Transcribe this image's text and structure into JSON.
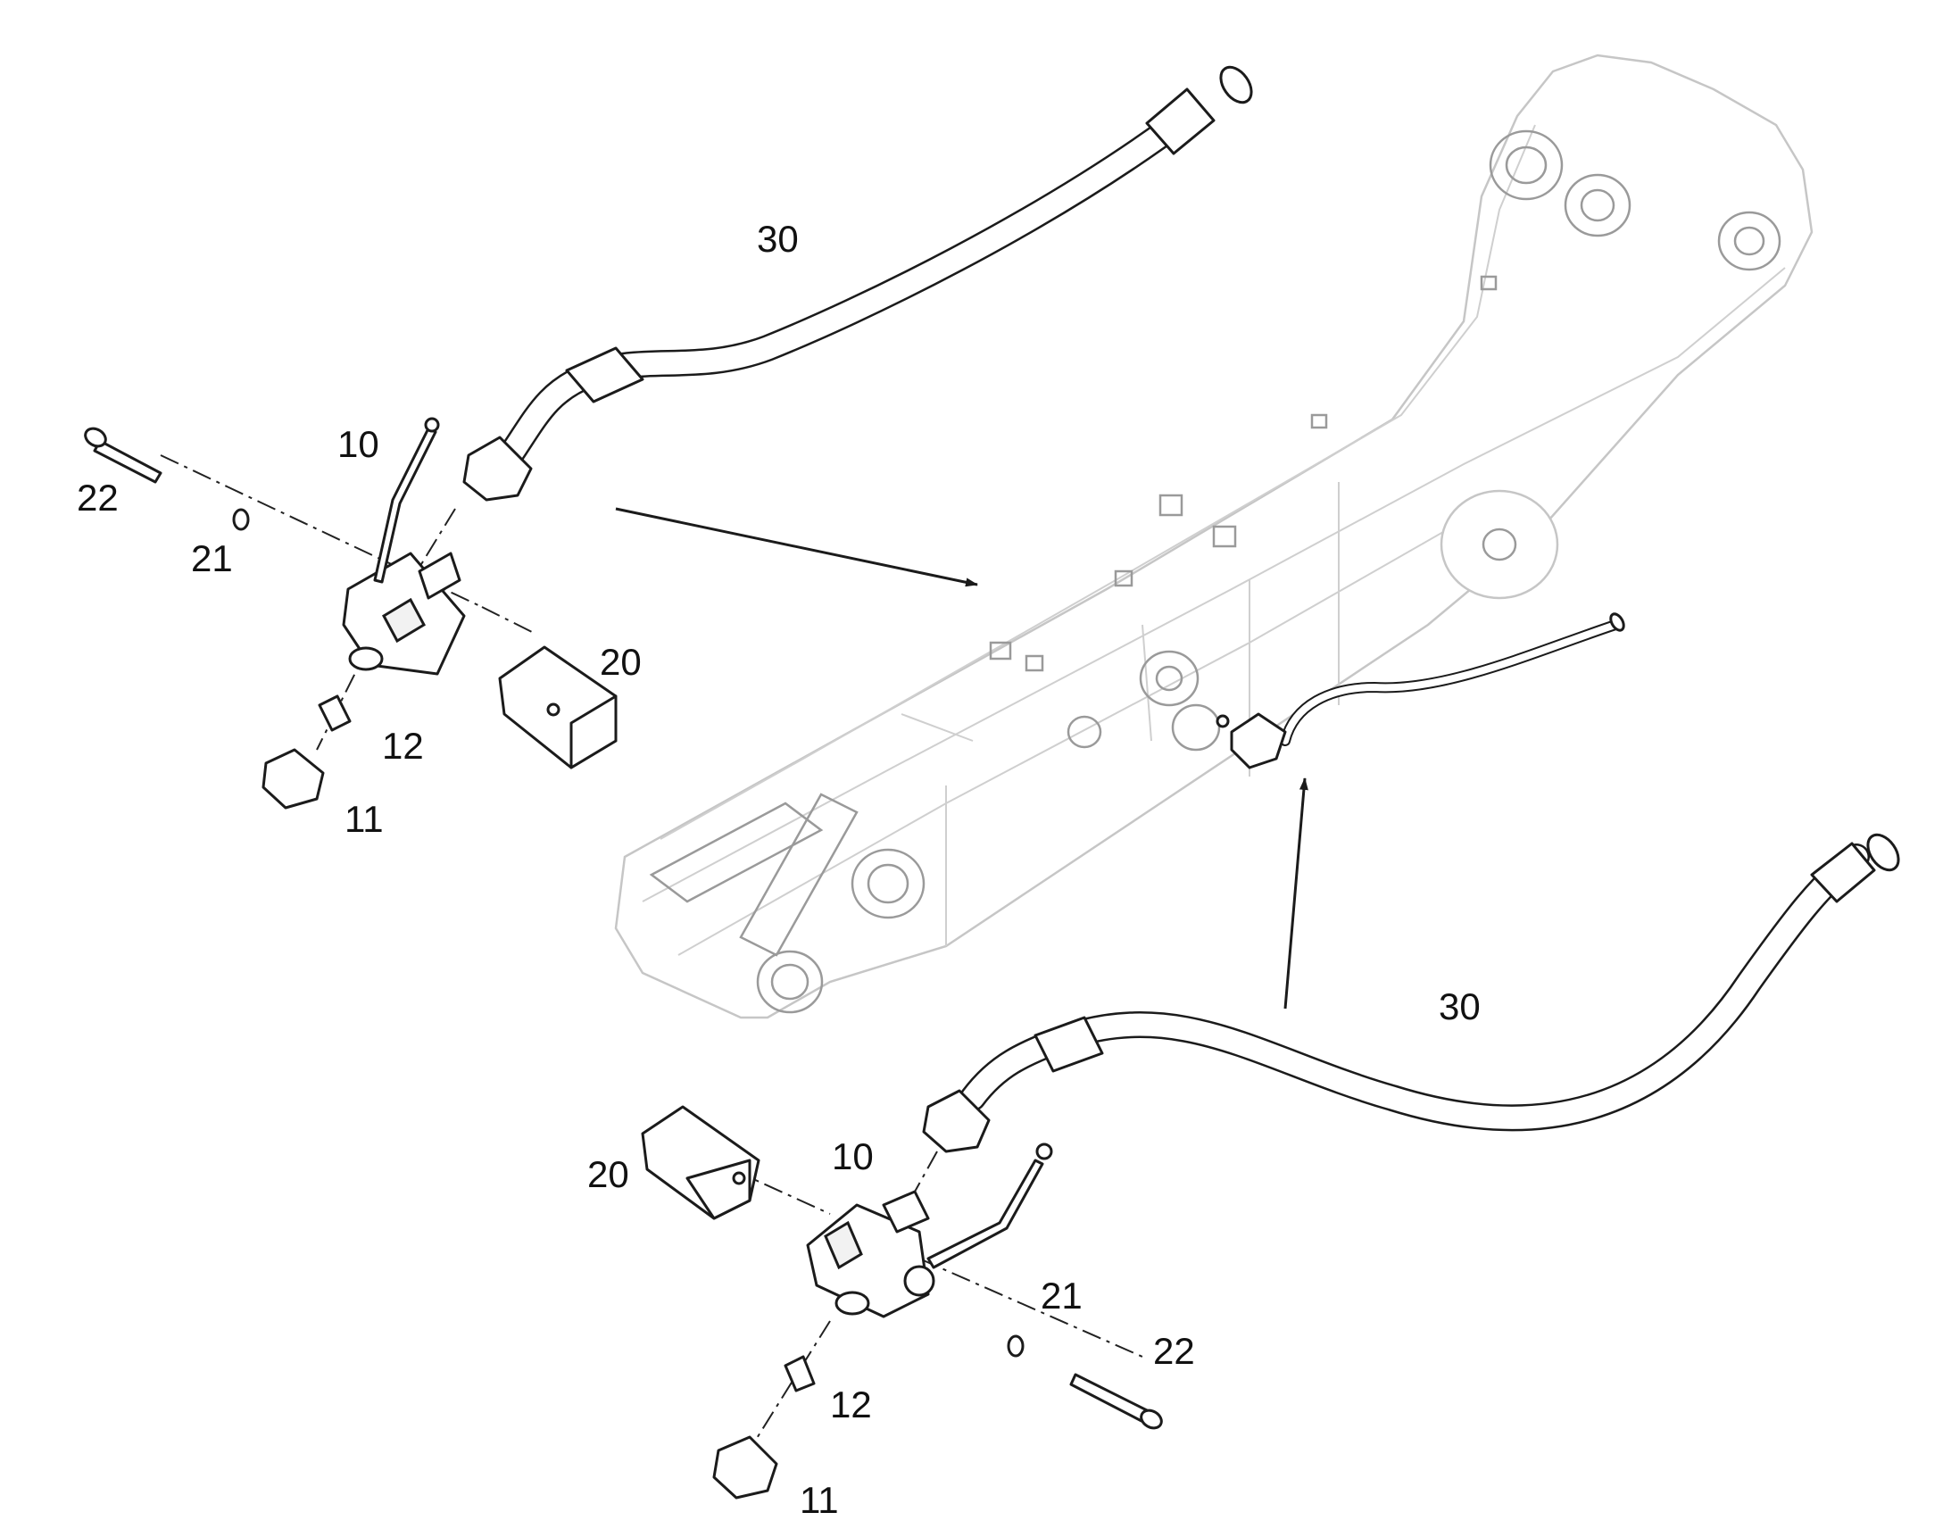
{
  "callouts": {
    "hose_upper": "30",
    "hose_lower": "30",
    "valve_upper": "10",
    "valve_lower": "10",
    "nut_upper": "11",
    "nut_lower": "11",
    "sleeve_upper": "12",
    "sleeve_lower": "12",
    "clamp_upper": "20",
    "clamp_lower": "20",
    "washer_upper": "21",
    "washer_lower": "21",
    "bolt_upper": "22",
    "bolt_lower": "22"
  },
  "colors": {
    "line": "#1b1b1b",
    "boom_outline": "#c6c6c6",
    "background": "#ffffff"
  }
}
